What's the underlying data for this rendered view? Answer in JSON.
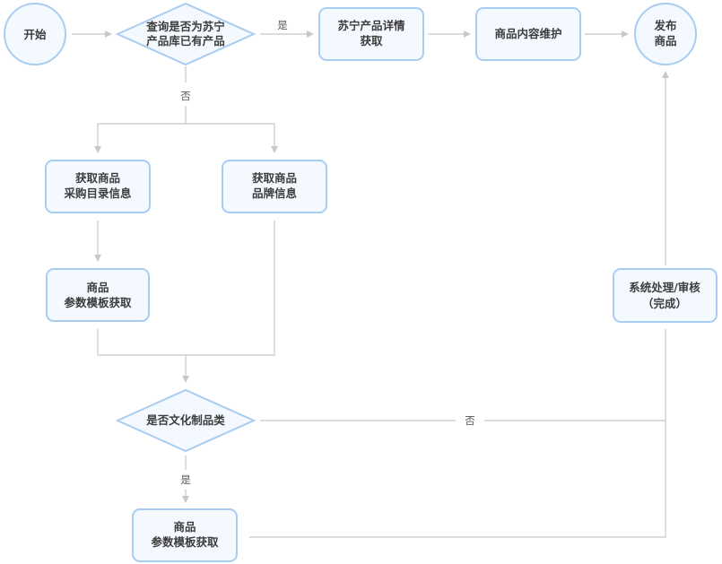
{
  "nodes": {
    "start": {
      "lines": [
        "开始"
      ]
    },
    "q_exists": {
      "lines": [
        "查询是否为苏宁",
        "产品库已有产品"
      ]
    },
    "fetch_detail": {
      "lines": [
        "苏宁产品详情",
        "获取"
      ]
    },
    "maintain": {
      "lines": [
        "商品内容维护"
      ]
    },
    "publish": {
      "lines": [
        "发布",
        "商品"
      ]
    },
    "get_catalog": {
      "lines": [
        "获取商品",
        "采购目录信息"
      ]
    },
    "get_brand": {
      "lines": [
        "获取商品",
        "品牌信息"
      ]
    },
    "params_1": {
      "lines": [
        "商品",
        "参数模板获取"
      ]
    },
    "q_culture": {
      "lines": [
        "是否文化制品类"
      ]
    },
    "params_2": {
      "lines": [
        "商品",
        "参数模板获取"
      ]
    },
    "system": {
      "lines": [
        "系统处理/审核",
        "（完成）"
      ]
    }
  },
  "edge_labels": {
    "yes_top": "是",
    "no_left": "否",
    "no_right": "否",
    "yes_bottom": "是"
  },
  "colors": {
    "node_fill": "#f4f9ff",
    "node_border": "#a9ccf1",
    "edge": "#c8c8c8",
    "text": "#3c3c3c"
  }
}
